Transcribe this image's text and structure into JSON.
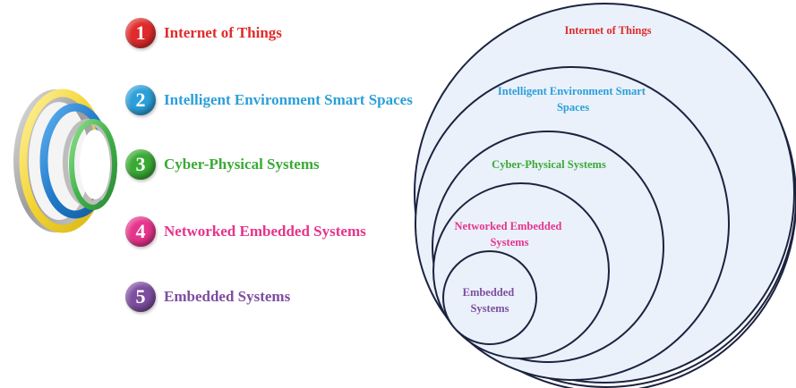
{
  "legend": [
    {
      "number": "1",
      "label": "Internet of Things",
      "color": "#e02b2b"
    },
    {
      "number": "2",
      "label": "Intelligent Environment Smart Spaces",
      "color": "#2b9fd9"
    },
    {
      "number": "3",
      "label": "Cyber-Physical Systems",
      "color": "#3aaa35"
    },
    {
      "number": "4",
      "label": "Networked Embedded Systems",
      "color": "#e6348c"
    },
    {
      "number": "5",
      "label": "Embedded Systems",
      "color": "#7d4ea0"
    }
  ],
  "circles": [
    {
      "lines": [
        "Internet of Things"
      ],
      "color": "#e02b2b"
    },
    {
      "lines": [
        "Intelligent Environment Smart",
        "Spaces"
      ],
      "color": "#2b9fd9"
    },
    {
      "lines": [
        "Cyber-Physical Systems"
      ],
      "color": "#3aaa35"
    },
    {
      "lines": [
        "Networked Embedded",
        "Systems"
      ],
      "color": "#e6348c"
    },
    {
      "lines": [
        "Embedded",
        "Systems"
      ],
      "color": "#7d4ea0"
    }
  ],
  "colors": {
    "circle_fill": "#eaf1fa",
    "circle_stroke": "#1c2340",
    "ring_gray": "#a8a8a8",
    "ring_yellow": "#f2d22e",
    "ring_blue": "#1f78c8",
    "ring_green": "#3fb34a"
  }
}
